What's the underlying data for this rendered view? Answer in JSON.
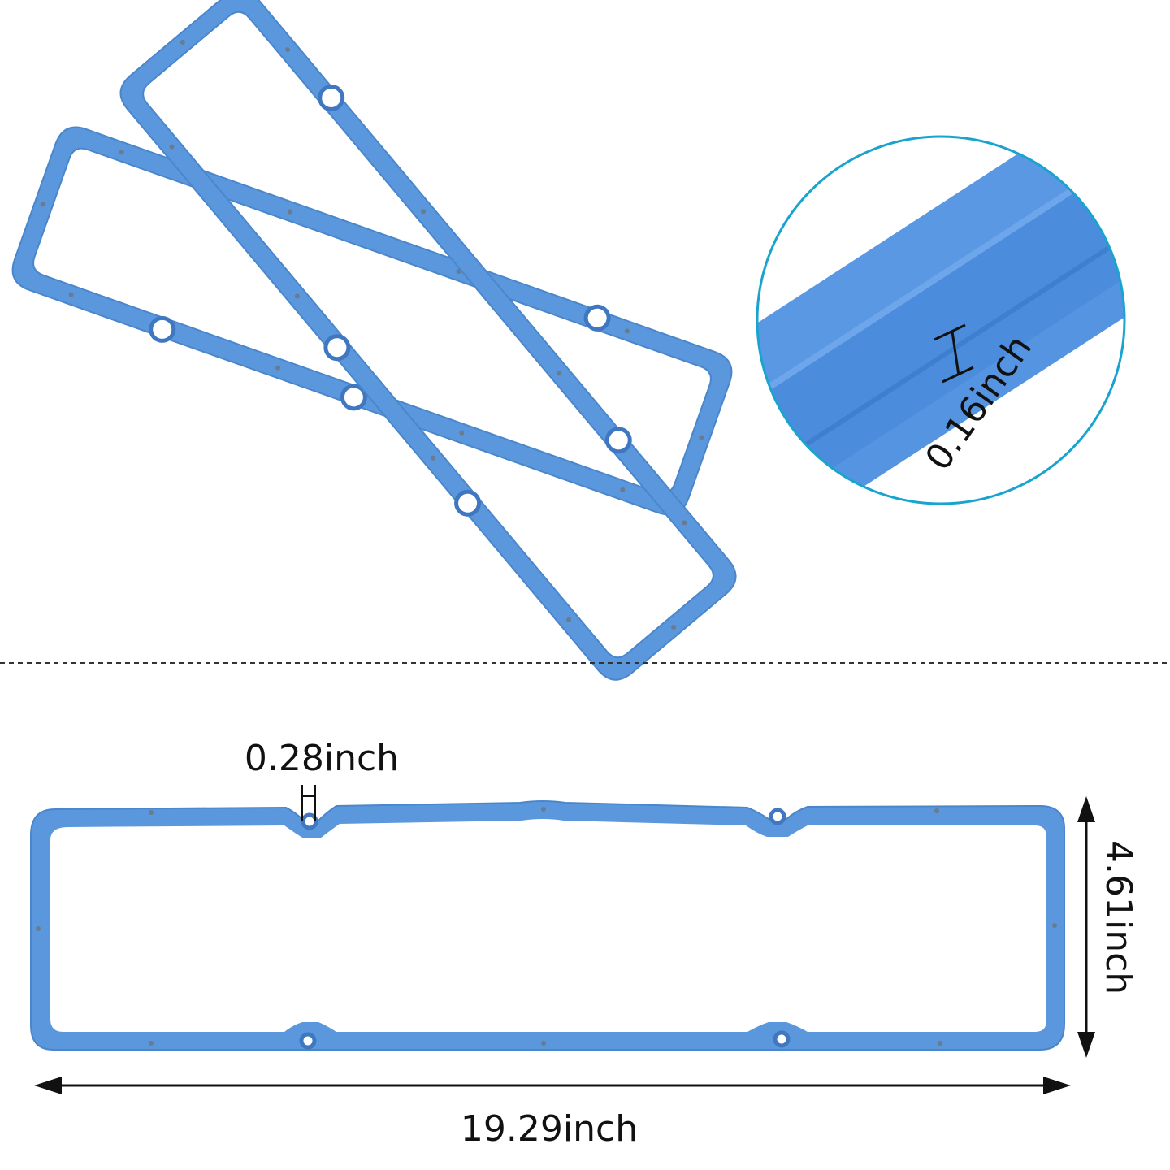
{
  "colors": {
    "gasket": "#5b97dc",
    "gasket_edge": "#4a86cc",
    "gasket_dark": "#3f78c0",
    "hole": "#6b7a8c",
    "zoom_ring": "#19a3cf",
    "zoom_fill": "#4f8ede",
    "zoom_highlight": "#76aef0",
    "ink": "#111111",
    "divider": "#333333"
  },
  "measurements": {
    "thickness": "0.16inch",
    "hole_diameter": "0.28inch",
    "width": "4.61inch",
    "length": "19.29inch"
  },
  "icons": {
    "thickness_marker": "i-beam-marker",
    "length_arrow": "double-arrow-horizontal",
    "width_arrow": "double-arrow-vertical"
  }
}
